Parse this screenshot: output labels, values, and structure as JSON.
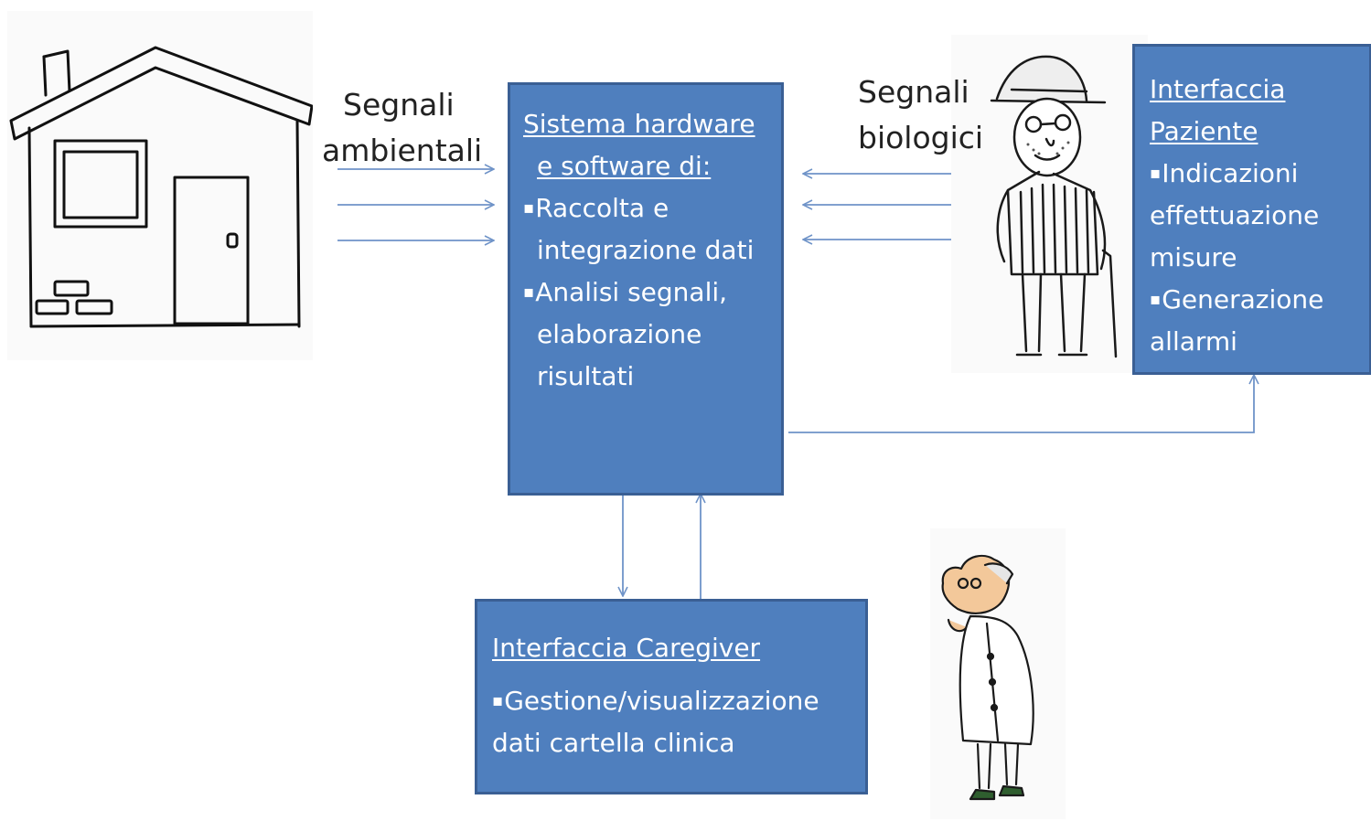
{
  "labels": {
    "environmental": [
      "Segnali",
      "ambientali"
    ],
    "biological": [
      "Segnali",
      "biologici"
    ]
  },
  "central_box": {
    "title_line1": "Sistema hardware",
    "title_line2": "e software  di:",
    "items": [
      [
        "Raccolta e",
        "integrazione dati"
      ],
      [
        "Analisi segnali,",
        "elaborazione",
        "risultati"
      ]
    ]
  },
  "patient_box": {
    "title_line1": "Interfaccia",
    "title_line2": "Paziente",
    "items": [
      [
        "Indicazioni",
        "effettuazione",
        "misure"
      ],
      [
        "Generazione",
        "allarmi"
      ]
    ]
  },
  "caregiver_box": {
    "title": "Interfaccia  Caregiver",
    "items": [
      [
        "Gestione/visualizzazione",
        "dati cartella clinica"
      ]
    ]
  },
  "colors": {
    "box_fill": "#4f7fbe",
    "box_border": "#3a5f94",
    "arrow": "#6f93c8",
    "text_on_box": "#ffffff"
  },
  "icons": [
    "house-icon",
    "elderly-man-icon",
    "doctor-icon"
  ]
}
